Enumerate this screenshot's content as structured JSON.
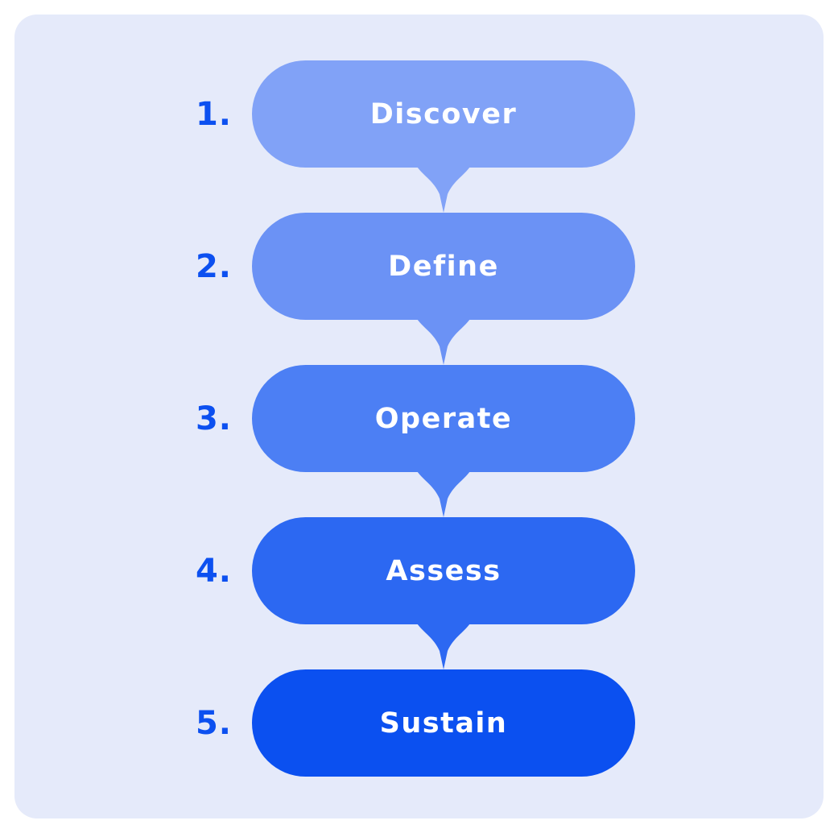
{
  "colors": {
    "page_background": "#FFFFFF",
    "canvas_background": "#E5EAFA",
    "number_text": "#0C50F0",
    "label_text": "#FFFFFF"
  },
  "steps": [
    {
      "number": "1.",
      "label": "Discover",
      "color": "#81A2F7"
    },
    {
      "number": "2.",
      "label": "Define",
      "color": "#6B92F5"
    },
    {
      "number": "3.",
      "label": "Operate",
      "color": "#4C7FF4"
    },
    {
      "number": "4.",
      "label": "Assess",
      "color": "#2C68F2"
    },
    {
      "number": "5.",
      "label": "Sustain",
      "color": "#0B50F0"
    }
  ]
}
